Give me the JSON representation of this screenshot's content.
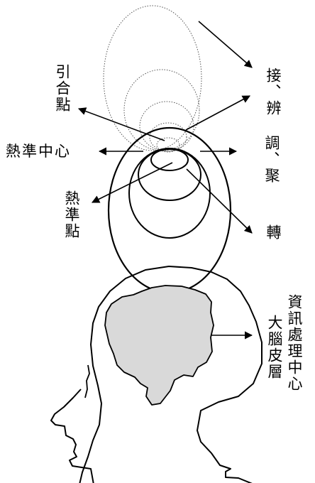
{
  "labels": {
    "yinhe": "引合點",
    "jiebian": "接、辨",
    "tiaoju": "調、聚",
    "zhuan": "轉",
    "rezhunzhongxin": "熱準中心",
    "rezhundian": "熱準點",
    "danao": "大腦皮層",
    "zixun": "資訊處理中心"
  },
  "colors": {
    "line": "#000000",
    "brain_fill": "#d9d9d9",
    "dotted": "#555555"
  }
}
